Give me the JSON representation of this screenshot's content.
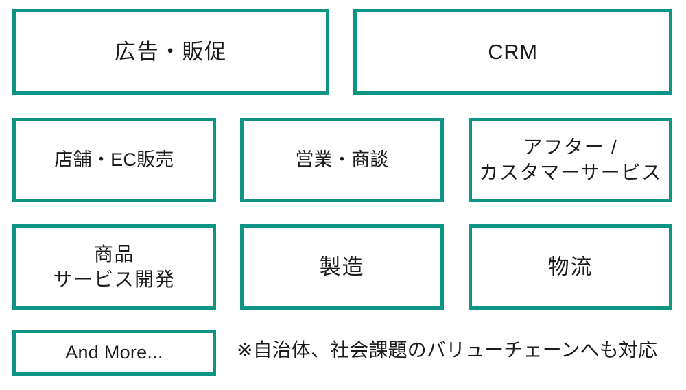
{
  "theme": {
    "accent_color": "#0d9484",
    "background_color": "#ffffff",
    "text_color": "#1c1c1c"
  },
  "diagram": {
    "rows": [
      {
        "boxes": [
          {
            "id": "ad",
            "label": "広告・販促"
          },
          {
            "id": "crm",
            "label": "CRM"
          }
        ]
      },
      {
        "boxes": [
          {
            "id": "store",
            "label": "店舗・EC販売"
          },
          {
            "id": "sales",
            "label": "営業・商談"
          },
          {
            "id": "after",
            "label": "アフター /\nカスタマーサービス"
          }
        ]
      },
      {
        "boxes": [
          {
            "id": "product",
            "label": "商品\nサービス開発"
          },
          {
            "id": "mfg",
            "label": "製造"
          },
          {
            "id": "logi",
            "label": "物流"
          }
        ]
      },
      {
        "boxes": [
          {
            "id": "more",
            "label": "And More..."
          }
        ]
      }
    ],
    "footnote": "※自治体、社会課題のバリューチェーンへも対応"
  }
}
